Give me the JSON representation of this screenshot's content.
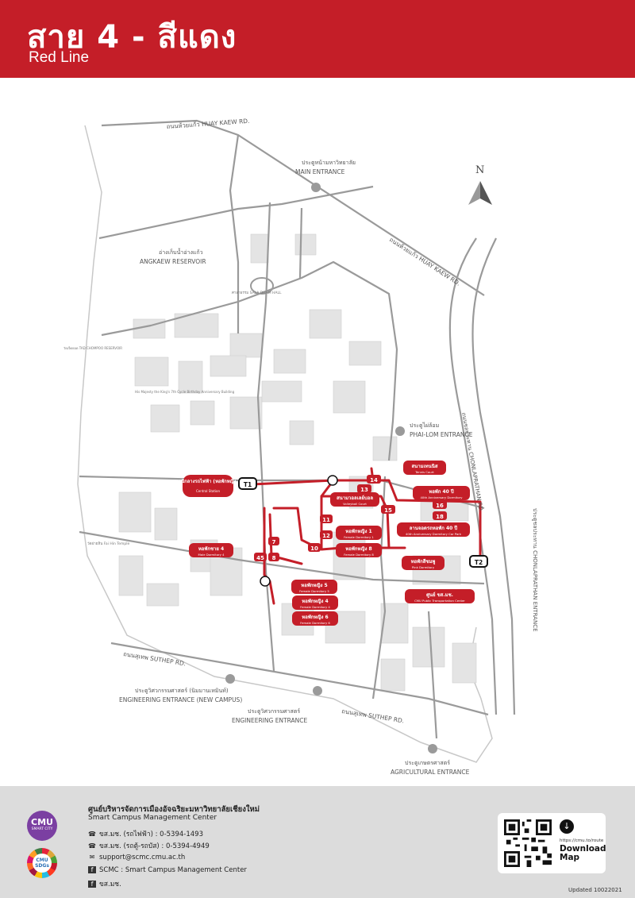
{
  "header": {
    "title_th": "สาย 4 - สีแดง",
    "title_en": "Red Line",
    "color": "#c41e28"
  },
  "roads": {
    "huay_kaew_top": "ถนนห้วยแก้ว HUAY KAEW RD.",
    "huay_kaew_right": "ถนนห้วยแก้ว HUAY KAEW RD.",
    "suthep_left": "ถนนสุเทพ SUTHEP RD.",
    "suthep_bottom": "ถนนสุเทพ SUTHEP RD.",
    "chonlapratan": "ถนนชลประทาน CHONLAPRATHAN RD.",
    "chonlaprathan_entrance": "ประตูชลประทาน CHONLAPRATHAN ENTRANCE"
  },
  "landmarks": {
    "main_entrance_th": "ประตูหน้ามหาวิทยาลัย",
    "main_entrance_en": "MAIN ENTRANCE",
    "angkaew_th": "อ่างเก็บน้ำอ่างแก้ว",
    "angkaew_en": "ANGKAEW RESERVOIR",
    "phai_lom_th": "ประตูไผ่ล้อม",
    "phai_lom_en": "PHAI-LOM ENTRANCE",
    "eng_new_th": "ประตูวิศวกรรมศาสตร์ (นิมมานเหมินท์)",
    "eng_new_en": "ENGINEERING ENTRANCE (NEW CAMPUS)",
    "eng_th": "ประตูวิศวกรรมศาสตร์",
    "eng_en": "ENGINEERING ENTRANCE",
    "agri_th": "ประตูเกษตรศาสตร์",
    "agri_en": "AGRICULTURAL ENTRANCE",
    "sala_dham": "ศาลาธรรม SALA DHAM HALL",
    "fai_hin": "วัดฝายหิน Fai Hin Temple",
    "birthday_bldg": "His Majesty the King's 7th Cycle Birthday Anniversary Building",
    "tad_chompoo": "วัดเจ็ดยอด TAD CHOMPOO RESERVOIR"
  },
  "north": "N",
  "stops": [
    {
      "th": "สถานีกลางรถไฟฟ้า (หอพักหญิง 3)",
      "en": "Central Station"
    },
    {
      "th": "สนามเทนนิส",
      "en": "Tennis Court"
    },
    {
      "th": "สนามวอลเลย์บอล",
      "en": "Volleyball Court"
    },
    {
      "th": "หอพัก 40 ปี",
      "en": "40th Anniversary Dormitory"
    },
    {
      "th": "ลานจอดรถหอพัก 40 ปี",
      "en": "40th Anniversary Dormitory Car Park"
    },
    {
      "th": "หอพักหญิง 1",
      "en": "Female Dormitory 1"
    },
    {
      "th": "หอพักหญิง 8",
      "en": "Female Dormitory 8"
    },
    {
      "th": "หอพักชาย 4",
      "en": "Male Dormitory 4"
    },
    {
      "th": "หอพักสีชมพู",
      "en": "Pink Dormitory"
    },
    {
      "th": "หอพักหญิง 5",
      "en": "Female Dormitory 5"
    },
    {
      "th": "ศูนย์ ขส.มช.",
      "en": "CMU Public Transportation Center"
    },
    {
      "th": "หอพักหญิง 4",
      "en": "Female Dormitory 4"
    },
    {
      "th": "หอพักหญิง 6",
      "en": "Female Dormitory 6"
    }
  ],
  "stop_numbers": [
    "14",
    "13",
    "15",
    "16",
    "18",
    "11",
    "12",
    "10",
    "7",
    "8",
    "45"
  ],
  "terminals": [
    "T1",
    "T2"
  ],
  "footer": {
    "org_th": "ศูนย์บริหารจัดการเมืองอัจฉริยะมหาวิทยาลัยเชียงใหม่",
    "org_en": "Smart Campus Management Center",
    "phone1": "ขส.มช. (รถไฟฟ้า) : 0-5394-1493",
    "phone2": "ขส.มช. (รถตู้-รถบัส) : 0-5394-4949",
    "email": "support@scmc.cmu.ac.th",
    "fb1": "SCMC : Smart Campus Management Center",
    "fb2": "ขส.มช.",
    "cmu_logo_a": "CMU",
    "cmu_logo_b": "SMART CITY",
    "sdg_logo": "CMU SDGs",
    "download_url": "https://cmu.to/route",
    "download_text": "Download Map",
    "updated": "Updated 10022021"
  },
  "icons": {
    "phone": "phone-icon",
    "email": "email-icon",
    "facebook": "facebook-icon",
    "download": "download-icon",
    "north": "north-arrow-icon"
  }
}
